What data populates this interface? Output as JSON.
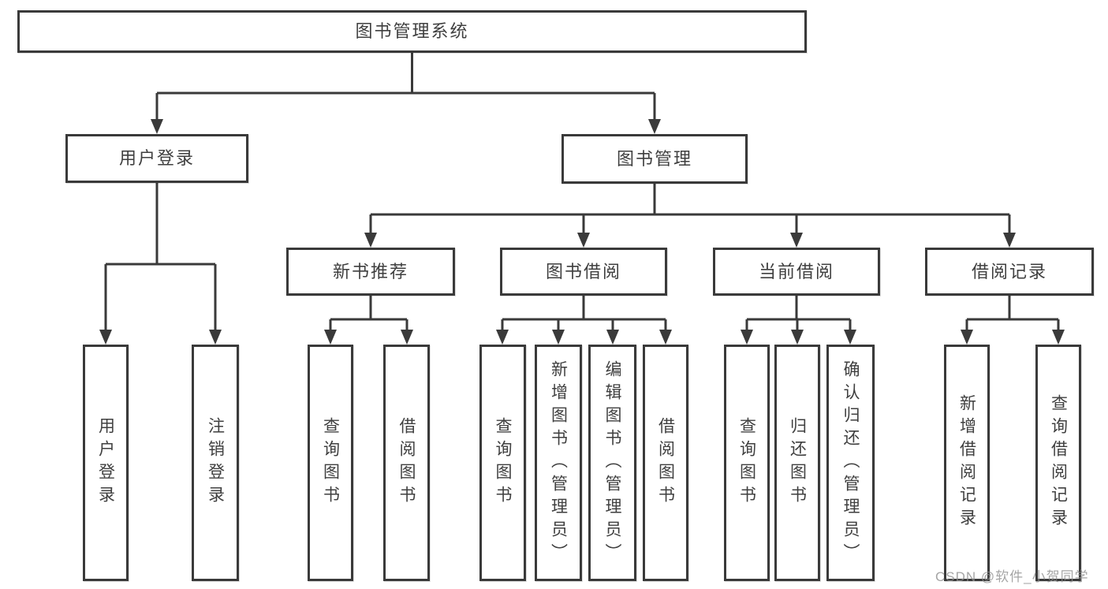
{
  "tree": {
    "root": {
      "label": "图书管理系统",
      "children": [
        {
          "label": "用户登录",
          "children": [
            {
              "label": "用户登录"
            },
            {
              "label": "注销登录"
            }
          ]
        },
        {
          "label": "图书管理",
          "children": [
            {
              "label": "新书推荐",
              "children": [
                {
                  "label": "查询图书"
                },
                {
                  "label": "借阅图书"
                }
              ]
            },
            {
              "label": "图书借阅",
              "children": [
                {
                  "label": "查询图书"
                },
                {
                  "label": "新增图书（管理员）"
                },
                {
                  "label": "编辑图书（管理员）"
                },
                {
                  "label": "借阅图书"
                }
              ]
            },
            {
              "label": "当前借阅",
              "children": [
                {
                  "label": "查询图书"
                },
                {
                  "label": "归还图书"
                },
                {
                  "label": "确认归还（管理员）"
                }
              ]
            },
            {
              "label": "借阅记录",
              "children": [
                {
                  "label": "新增借阅记录"
                },
                {
                  "label": "查询借阅记录"
                }
              ]
            }
          ]
        }
      ]
    }
  },
  "watermark": {
    "text": "CSDN @软件_小贺同学"
  },
  "colors": {
    "line": "#3a3a3a",
    "text": "#3f3f3f",
    "background": "#ffffff"
  }
}
